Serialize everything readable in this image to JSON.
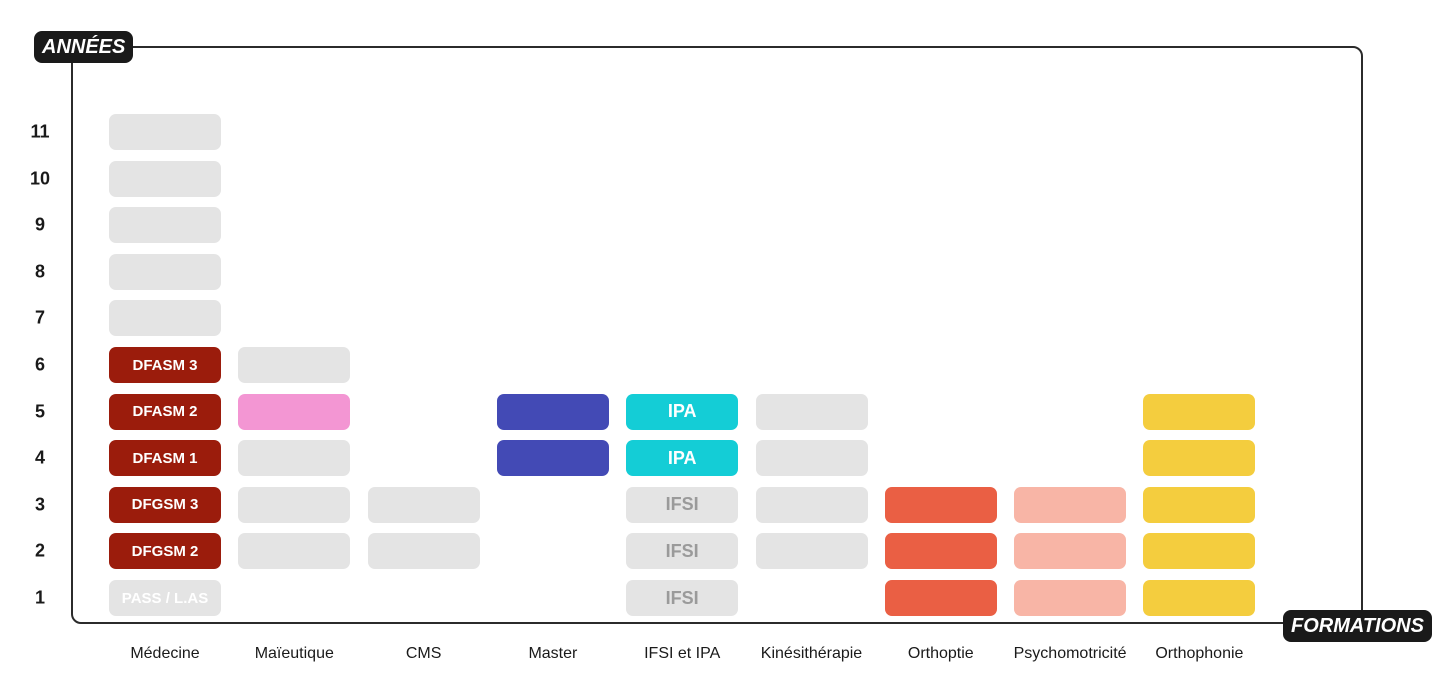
{
  "axis": {
    "y_title": "ANNÉES",
    "x_title": "FORMATIONS"
  },
  "years": [
    "1",
    "2",
    "3",
    "4",
    "5",
    "6",
    "7",
    "8",
    "9",
    "10",
    "11"
  ],
  "formations": [
    "Médecine",
    "Maïeutique",
    "CMS",
    "Master",
    "IFSI et IPA",
    "Kinésithérapie",
    "Orthoptie",
    "Psychomotricité",
    "Orthophonie"
  ],
  "colors": {
    "grey": "#e4e4e4",
    "darkred": "#9b1c0c",
    "pink": "#f396d3",
    "indigo": "#434ab5",
    "cyan": "#14cdd6",
    "coral": "#ea5f44",
    "salmon": "#f8b5a6",
    "yellow": "#f4cd3e"
  },
  "cells": [
    {
      "col": 0,
      "year": 1,
      "label": "PASS / L.AS",
      "color": "grey",
      "text": "#ffffff"
    },
    {
      "col": 0,
      "year": 2,
      "label": "DFGSM 2",
      "color": "darkred",
      "text": "#ffffff"
    },
    {
      "col": 0,
      "year": 3,
      "label": "DFGSM 3",
      "color": "darkred",
      "text": "#ffffff"
    },
    {
      "col": 0,
      "year": 4,
      "label": "DFASM 1",
      "color": "darkred",
      "text": "#ffffff"
    },
    {
      "col": 0,
      "year": 5,
      "label": "DFASM 2",
      "color": "darkred",
      "text": "#ffffff"
    },
    {
      "col": 0,
      "year": 6,
      "label": "DFASM 3",
      "color": "darkred",
      "text": "#ffffff"
    },
    {
      "col": 0,
      "year": 7,
      "label": "",
      "color": "grey"
    },
    {
      "col": 0,
      "year": 8,
      "label": "",
      "color": "grey"
    },
    {
      "col": 0,
      "year": 9,
      "label": "",
      "color": "grey"
    },
    {
      "col": 0,
      "year": 10,
      "label": "",
      "color": "grey"
    },
    {
      "col": 0,
      "year": 11,
      "label": "",
      "color": "grey"
    },
    {
      "col": 1,
      "year": 2,
      "label": "",
      "color": "grey"
    },
    {
      "col": 1,
      "year": 3,
      "label": "",
      "color": "grey"
    },
    {
      "col": 1,
      "year": 4,
      "label": "",
      "color": "grey"
    },
    {
      "col": 1,
      "year": 5,
      "label": "",
      "color": "pink"
    },
    {
      "col": 1,
      "year": 6,
      "label": "",
      "color": "grey"
    },
    {
      "col": 2,
      "year": 2,
      "label": "",
      "color": "grey"
    },
    {
      "col": 2,
      "year": 3,
      "label": "",
      "color": "grey"
    },
    {
      "col": 3,
      "year": 4,
      "label": "",
      "color": "indigo"
    },
    {
      "col": 3,
      "year": 5,
      "label": "",
      "color": "indigo"
    },
    {
      "col": 4,
      "year": 1,
      "label": "IFSI",
      "color": "grey",
      "text": "#9a9a9a"
    },
    {
      "col": 4,
      "year": 2,
      "label": "IFSI",
      "color": "grey",
      "text": "#9a9a9a"
    },
    {
      "col": 4,
      "year": 3,
      "label": "IFSI",
      "color": "grey",
      "text": "#9a9a9a"
    },
    {
      "col": 4,
      "year": 4,
      "label": "IPA",
      "color": "cyan",
      "text": "#ffffff"
    },
    {
      "col": 4,
      "year": 5,
      "label": "IPA",
      "color": "cyan",
      "text": "#ffffff"
    },
    {
      "col": 5,
      "year": 2,
      "label": "",
      "color": "grey"
    },
    {
      "col": 5,
      "year": 3,
      "label": "",
      "color": "grey"
    },
    {
      "col": 5,
      "year": 4,
      "label": "",
      "color": "grey"
    },
    {
      "col": 5,
      "year": 5,
      "label": "",
      "color": "grey"
    },
    {
      "col": 6,
      "year": 1,
      "label": "",
      "color": "coral"
    },
    {
      "col": 6,
      "year": 2,
      "label": "",
      "color": "coral"
    },
    {
      "col": 6,
      "year": 3,
      "label": "",
      "color": "coral"
    },
    {
      "col": 7,
      "year": 1,
      "label": "",
      "color": "salmon"
    },
    {
      "col": 7,
      "year": 2,
      "label": "",
      "color": "salmon"
    },
    {
      "col": 7,
      "year": 3,
      "label": "",
      "color": "salmon"
    },
    {
      "col": 8,
      "year": 1,
      "label": "",
      "color": "yellow"
    },
    {
      "col": 8,
      "year": 2,
      "label": "",
      "color": "yellow"
    },
    {
      "col": 8,
      "year": 3,
      "label": "",
      "color": "yellow"
    },
    {
      "col": 8,
      "year": 4,
      "label": "",
      "color": "yellow"
    },
    {
      "col": 8,
      "year": 5,
      "label": "",
      "color": "yellow"
    }
  ]
}
